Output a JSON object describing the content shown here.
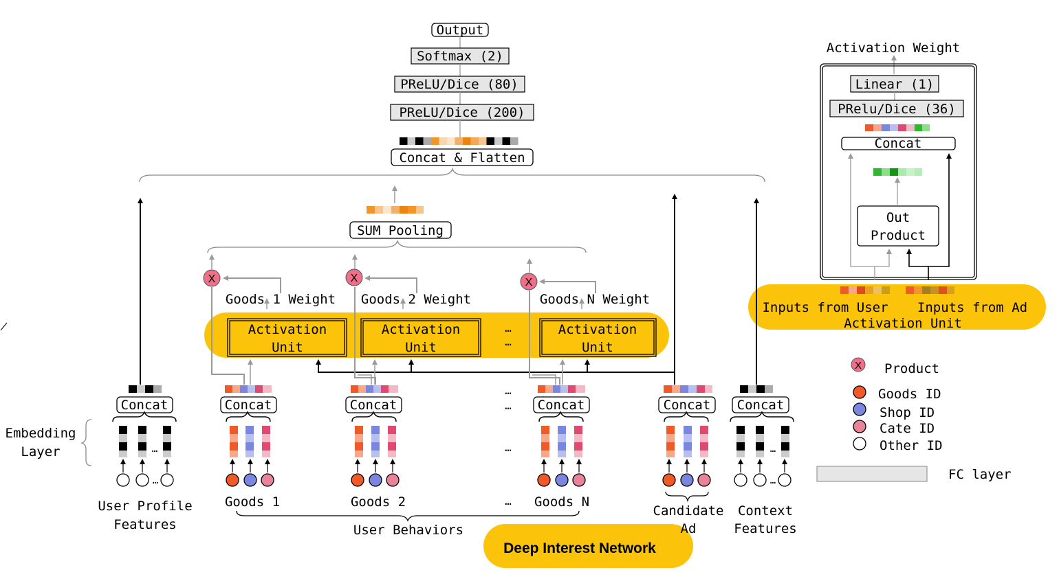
{
  "output_stack": {
    "output": "Output",
    "softmax": "Softmax (2)",
    "prelu80": "PReLU/Dice (80)",
    "prelu200": "PReLU/Dice (200)",
    "concat_flatten": "Concat & Flatten"
  },
  "sum_pooling": "SUM Pooling",
  "weights": {
    "goods1": "Goods 1 Weight",
    "goods2": "Goods 2 Weight",
    "goodsN": "Goods N Weight"
  },
  "activation_unit": {
    "line1": "Activation",
    "line2": "Unit"
  },
  "product_symbol": "X",
  "ellipsis": "…",
  "concat_label": "Concat",
  "embedding_layer": {
    "line1": "Embedding",
    "line2": "Layer"
  },
  "groups": {
    "user_profile_line1": "User Profile",
    "user_profile_line2": "Features",
    "goods1": "Goods 1",
    "goods2": "Goods 2",
    "goodsN": "Goods N",
    "user_behaviors": "User Behaviors",
    "candidate_line1": "Candidate",
    "candidate_line2": "Ad",
    "context_line1": "Context",
    "context_line2": "Features"
  },
  "title_badge": "Deep Interest Network",
  "activation_detail": {
    "title": "Activation Weight",
    "linear": "Linear (1)",
    "prelu36": "PRelu/Dice (36)",
    "concat": "Concat",
    "out_product_line1": "Out",
    "out_product_line2": "Product",
    "inputs_user": "Inputs from User",
    "inputs_ad": "Inputs from Ad",
    "unit_label": "Activation Unit"
  },
  "legend": {
    "product": "Product",
    "goods_id": "Goods ID",
    "shop_id": "Shop ID",
    "cate_id": "Cate ID",
    "other_id": "Other ID",
    "fc_layer": "FC layer"
  },
  "colors": {
    "highlight": "#FBC40A",
    "fc_fill": "#E6E6E6",
    "goods": "#F05A28",
    "shop": "#7B86DF",
    "cate": "#E8839A",
    "product": "#EE7088",
    "arrow_gray": "#9A9A9A",
    "black": "#000000"
  }
}
